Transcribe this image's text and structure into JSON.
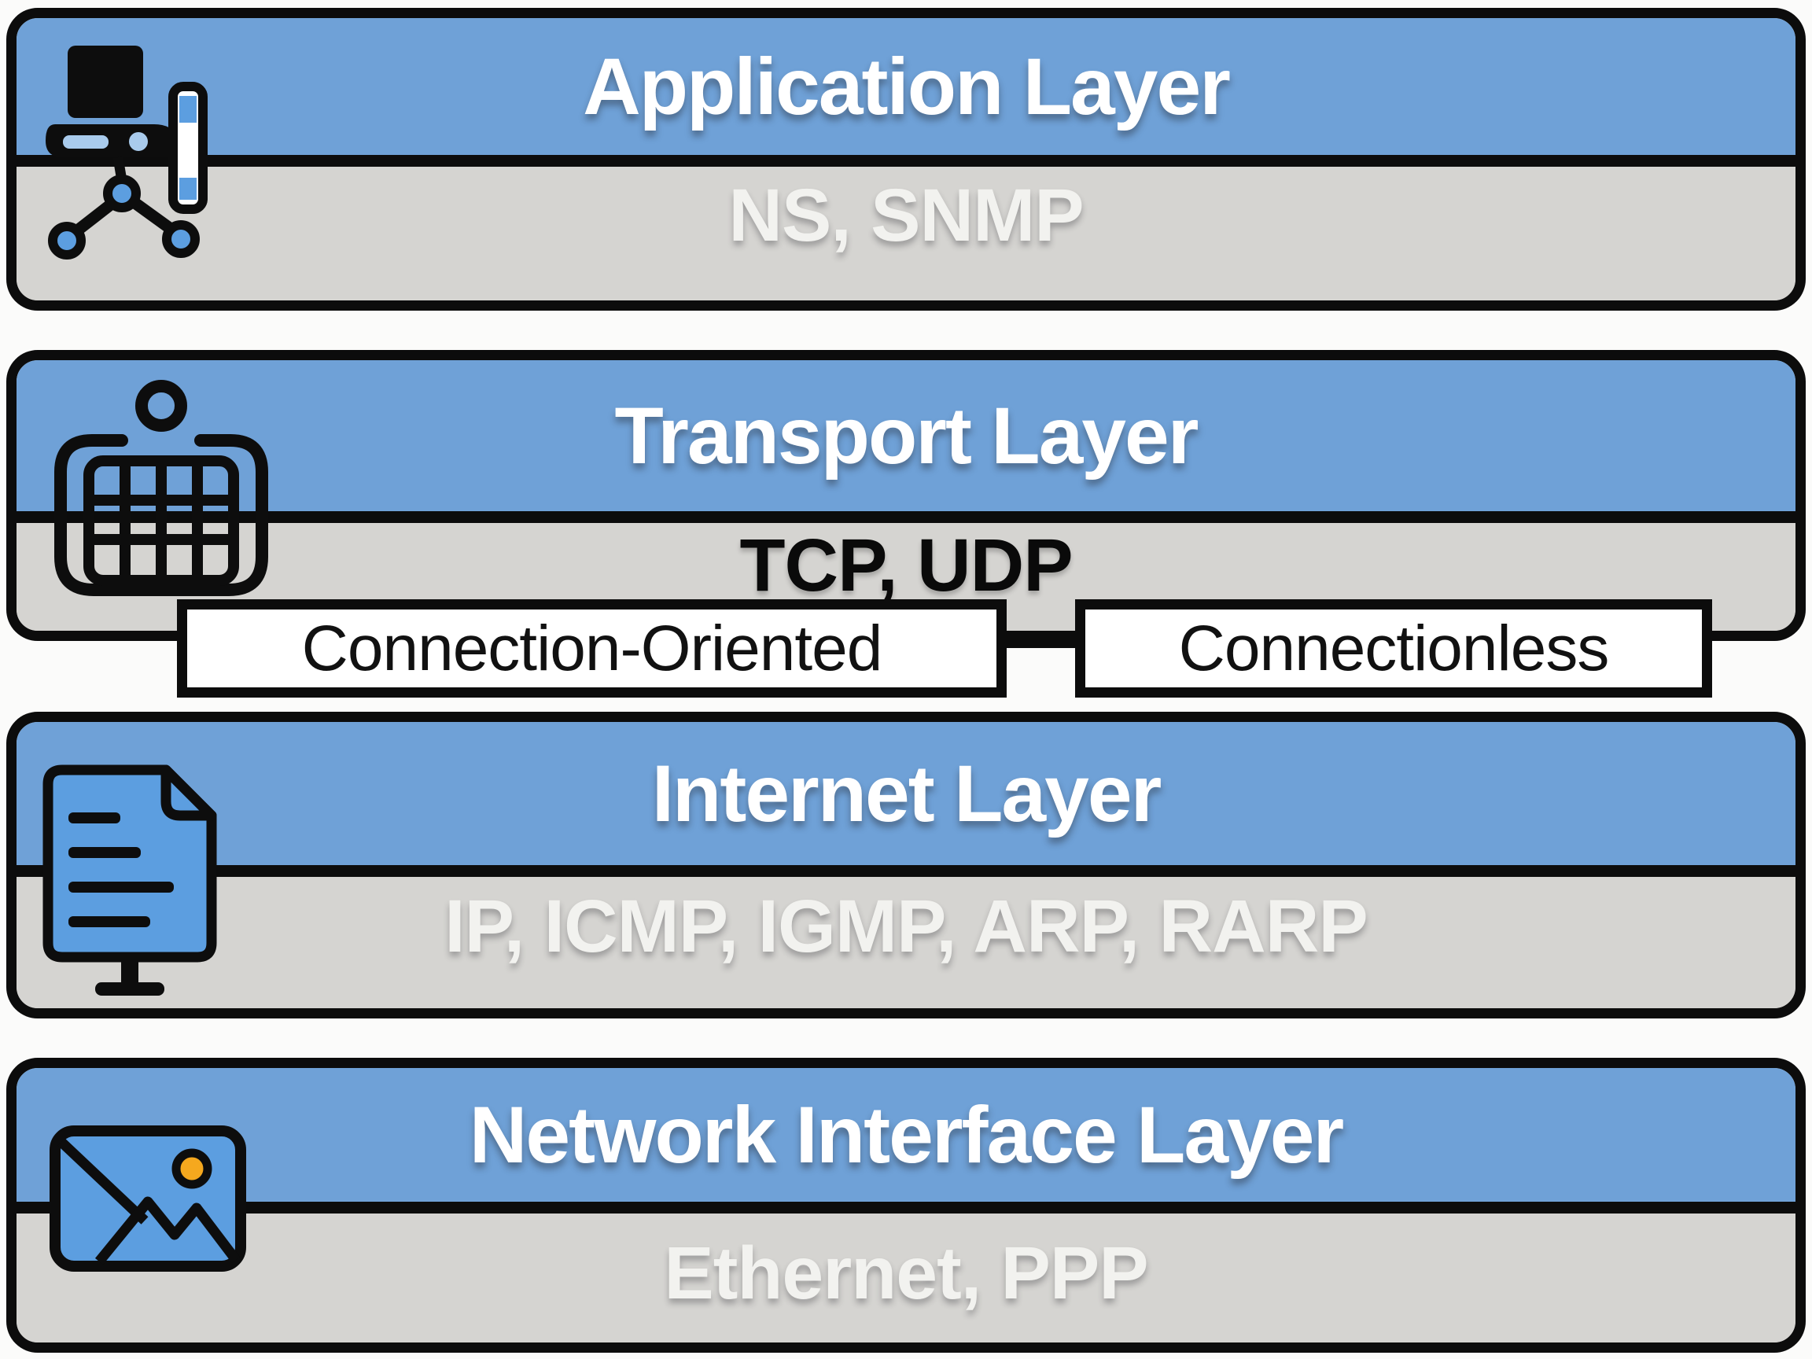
{
  "diagram_type": "TCP/IP protocol stack layer diagram",
  "colors": {
    "band_blue": "#6fa1d7",
    "band_gray": "#d5d4d1",
    "border_black": "#0c0c0c",
    "page_background": "#fbfbfa",
    "icon_blue": "#5c9ee0",
    "icon_light_blue": "#a9cbec",
    "accent_orange": "#f5a81e",
    "title_text": "#ffffff",
    "protocol_text_light": "#f2f2ef",
    "protocol_text_dark": "#0a0a0a",
    "sub_box_background": "#ffffff"
  },
  "layers": [
    {
      "title": "Application Layer",
      "protocols": "NS, SNMP",
      "icon": "laptop-network-icon"
    },
    {
      "title": "Transport Layer",
      "protocols": "TCP, UDP",
      "icon": "calendar-grid-icon",
      "sub_labels": [
        "Connection-Oriented",
        "Connectionless"
      ]
    },
    {
      "title": "Internet Layer",
      "protocols": "IP, ICMP, IGMP, ARP, RARP",
      "icon": "document-screen-icon"
    },
    {
      "title": "Network Interface Layer",
      "protocols": "Ethernet, PPP",
      "icon": "envelope-photo-icon"
    }
  ]
}
